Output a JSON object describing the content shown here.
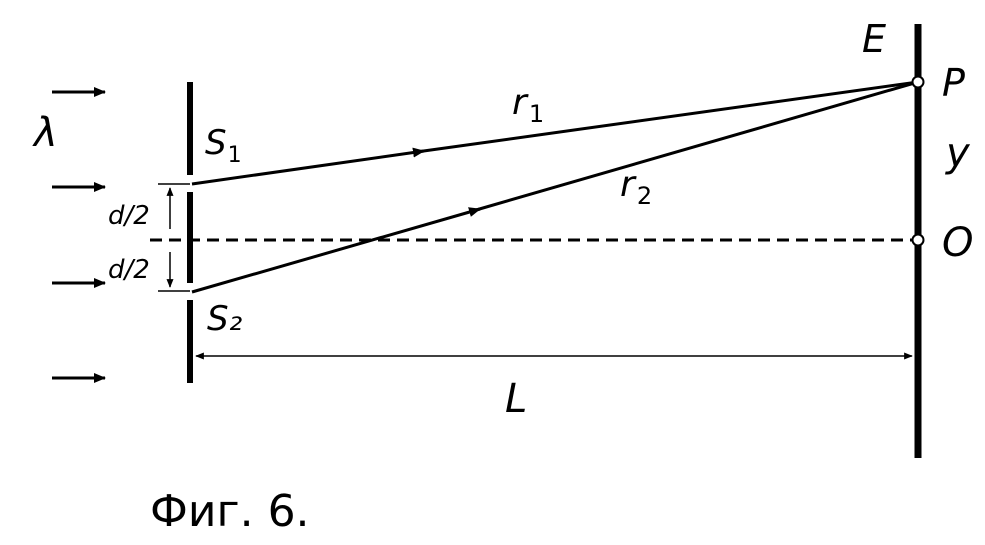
{
  "labels": {
    "wavelength": "λ",
    "slit1": "S",
    "slit1_sub": "1",
    "slit2": "S₂",
    "half_sep_top": "d/2",
    "half_sep_bottom": "d/2",
    "ray1": "r",
    "ray1_sub": "1",
    "ray2": "r",
    "ray2_sub": "2",
    "screen": "E",
    "point_p": "P",
    "offset": "y",
    "origin": "O",
    "distance": "L"
  },
  "caption": "Фиг. 6."
}
